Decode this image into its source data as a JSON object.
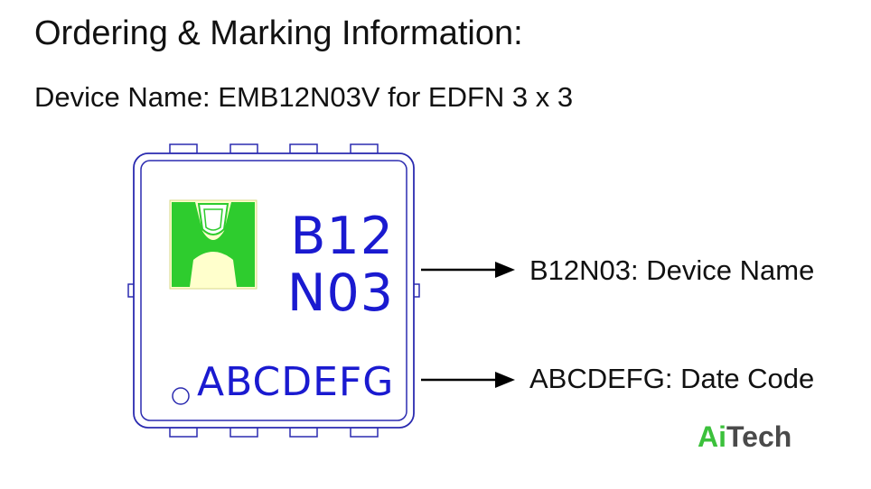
{
  "header": {
    "title": "Ordering & Marking Information:",
    "device_line": "Device Name: EMB12N03V for EDFN 3 x 3"
  },
  "package": {
    "marking_line1": "B12",
    "marking_line2": "N03",
    "marking_line3": "ABCDEFG",
    "outline_color": "#2b2bb0",
    "text_color": "#1a1ad0",
    "logo_color": "#2ecc2e"
  },
  "callouts": [
    {
      "label": "B12N03: Device Name"
    },
    {
      "label": "ABCDEFG: Date Code"
    }
  ],
  "watermark": {
    "part1": "Ai",
    "part2": "Tech",
    "part1_color": "#3cc13c",
    "part2_color": "#4a4a4a"
  }
}
